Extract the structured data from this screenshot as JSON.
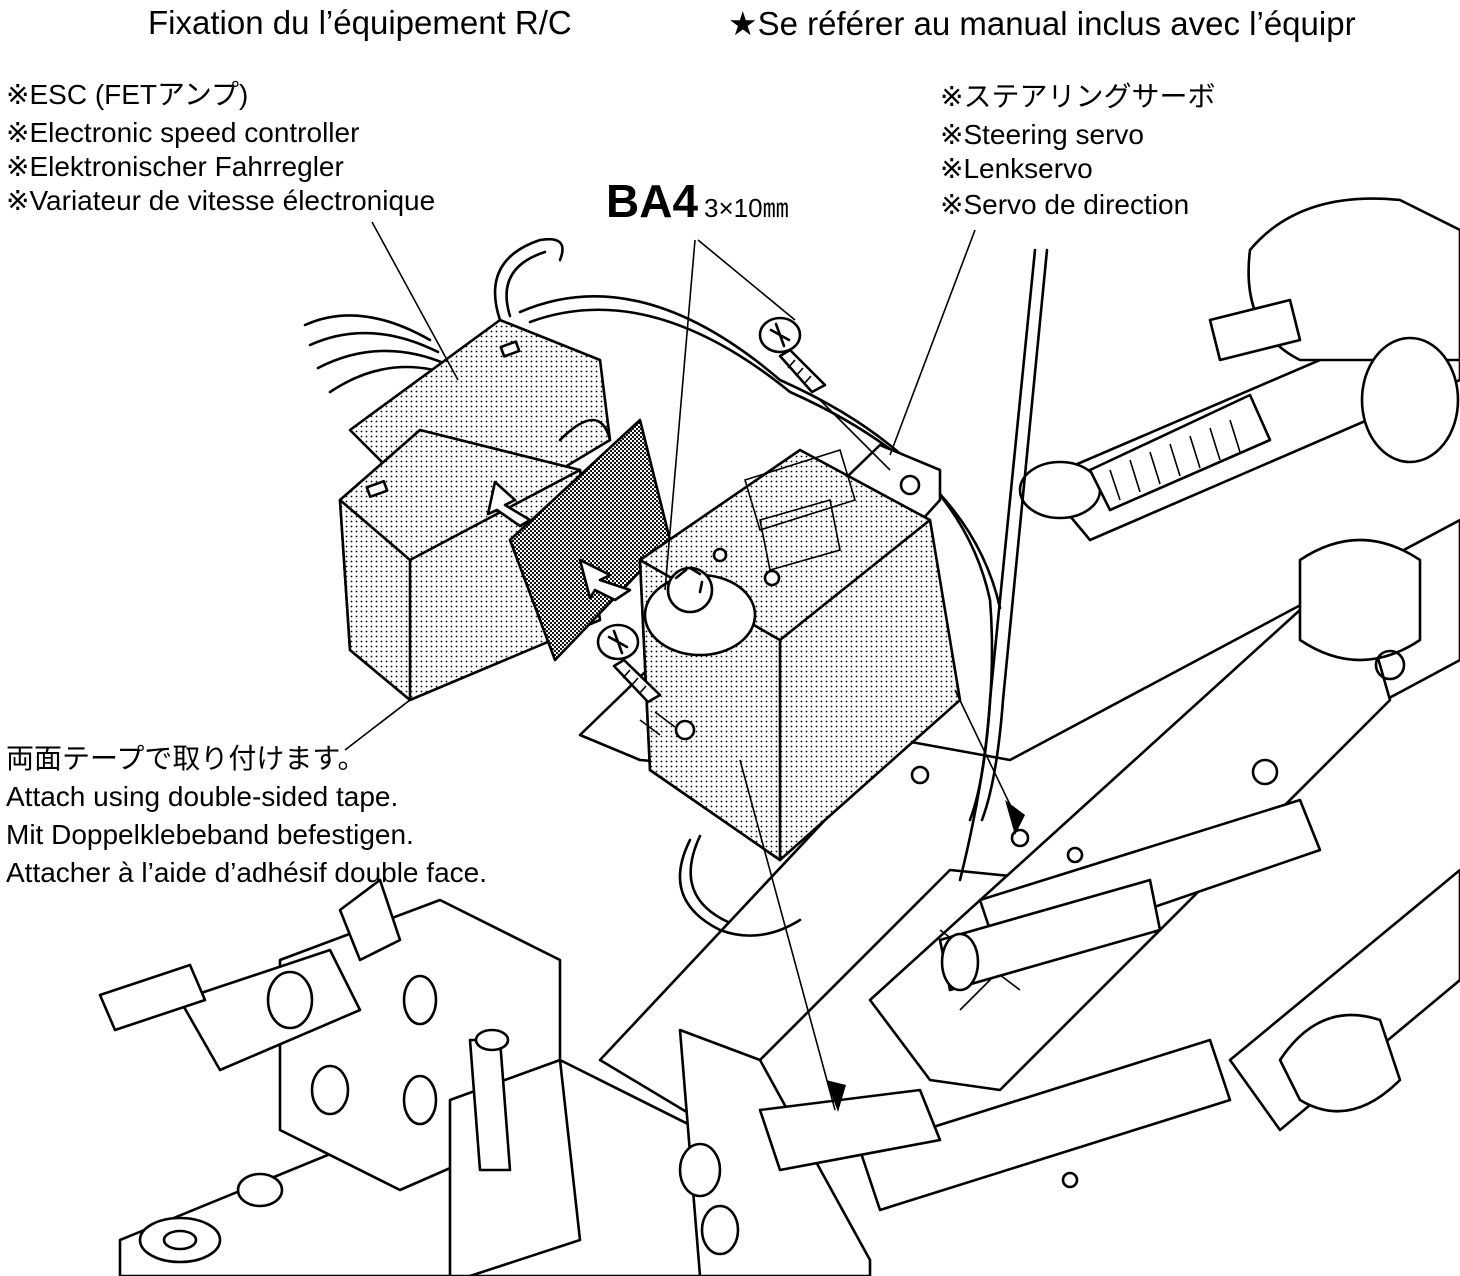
{
  "header": {
    "title_fr": "Fixation du l’équipement R/C",
    "note_fr": "★Se référer au manual inclus avec l’équipr"
  },
  "esc_label": {
    "jp": "※ESC (FETアンプ)",
    "en": "※Electronic speed controller",
    "de": "※Elektronischer Fahrregler",
    "fr": "※Variateur de vitesse électronique"
  },
  "screw": {
    "code": "BA4",
    "size": "3×10㎜"
  },
  "servo_label": {
    "jp": "※ステアリングサーボ",
    "en": "※Steering servo",
    "de": "※Lenkservo",
    "fr": "※Servo de direction"
  },
  "tape_label": {
    "jp": "両面テープで取り付けます。",
    "en": "Attach using double-sided tape.",
    "de": "Mit Doppelklebeband befestigen.",
    "fr": "Attacher à l’aide d’adhésif double face."
  }
}
